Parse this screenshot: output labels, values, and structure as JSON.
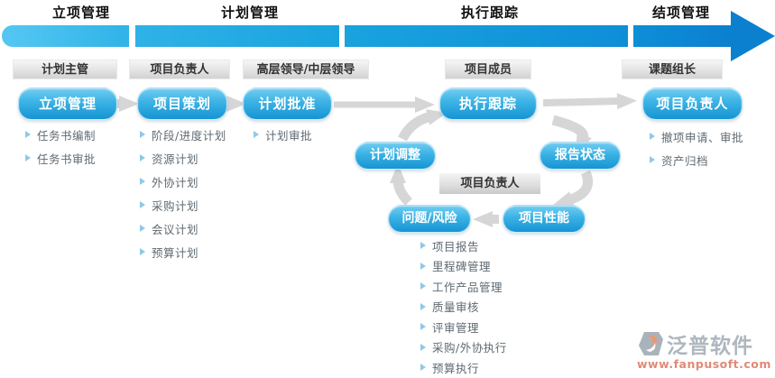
{
  "headers": [
    "立项管理",
    "计划管理",
    "执行跟踪",
    "结项管理"
  ],
  "roles": [
    "计划主管",
    "项目负责人",
    "高层领导/中层领导",
    "项目成员",
    "课题组长"
  ],
  "stages": [
    "立项管理",
    "项目策划",
    "计划批准",
    "执行跟踪",
    "项目负责人"
  ],
  "cycle": {
    "center": "项目负责人",
    "nodes": [
      "计划调整",
      "报告状态",
      "项目性能",
      "问题/风险"
    ]
  },
  "lists": {
    "initiation": {
      "items": [
        "任务书编制",
        "任务书审批"
      ]
    },
    "planning": {
      "items": [
        "阶段/进度计划",
        "资源计划",
        "外协计划",
        "采购计划",
        "会议计划",
        "预算计划"
      ]
    },
    "approval": {
      "items": [
        "计划审批"
      ]
    },
    "tracking": {
      "items": [
        "项目报告",
        "里程碑管理",
        "工作产品管理",
        "质量审核",
        "评审管理",
        "采购/外协执行",
        "预算执行"
      ]
    },
    "closing": {
      "items": [
        "撤项申请、审批",
        "资产归档"
      ]
    }
  },
  "watermark": {
    "brand": "泛普软件",
    "url": "www.fanpusoft.com"
  },
  "colors": {
    "band_start": "#55c7f2",
    "band_end": "#0b80cf",
    "pill_top": "#72cdf2",
    "pill_bottom": "#1694d3",
    "role_bg": "#d2d2d2",
    "arrow_gray": "#d6d6d6",
    "bullet_blue": "#90c8e8",
    "list_text": "#5f6a72",
    "watermark_brand": "#98a2ac",
    "watermark_url": "#d96a50"
  }
}
